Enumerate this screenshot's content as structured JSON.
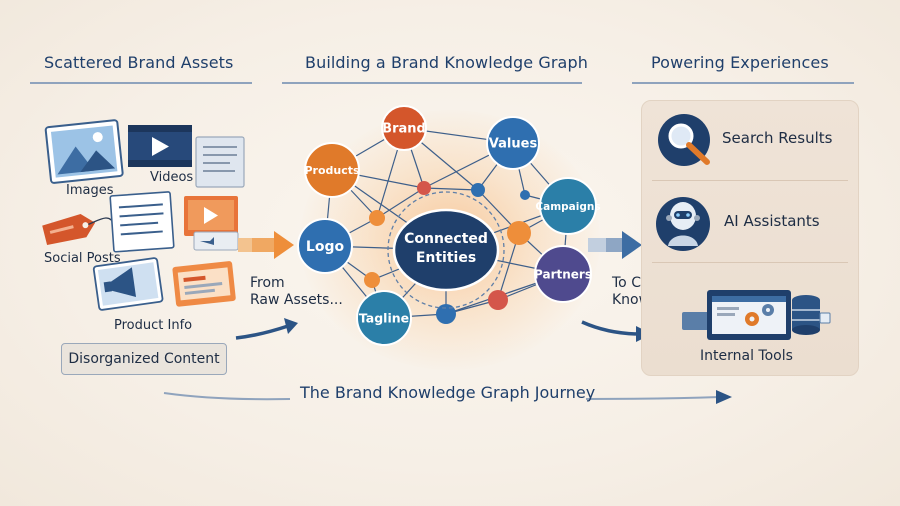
{
  "headers": {
    "left": "Scattered Brand Assets",
    "center": "Building a Brand Knowledge Graph",
    "right": "Powering Experiences"
  },
  "assets": {
    "images": "Images",
    "videos": "Videos",
    "social_posts": "Social Posts",
    "product_info": "Product Info",
    "disorganized": "Disorganized Content"
  },
  "flow": {
    "from_line1": "From",
    "from_line2": "Raw Assets...",
    "to_line1": "To Connected",
    "to_line2": "Knowledge...",
    "journey": "The Brand Knowledge Graph Journey"
  },
  "graph": {
    "center_line1": "Connected",
    "center_line2": "Entities",
    "nodes": {
      "brand": "Brand",
      "values": "Values",
      "products": "Products",
      "campaigns": "Campaigns",
      "logo": "Logo",
      "partners": "Partners",
      "tagline": "Tagline"
    }
  },
  "experiences": {
    "search": "Search Results",
    "assistants": "AI Assistants",
    "tools": "Internal Tools"
  },
  "colors": {
    "navy": "#1f3f6b",
    "orange": "#e07a2a",
    "blue": "#2f6fb0",
    "purple": "#4f4a8e",
    "teal": "#2b7fa8"
  }
}
